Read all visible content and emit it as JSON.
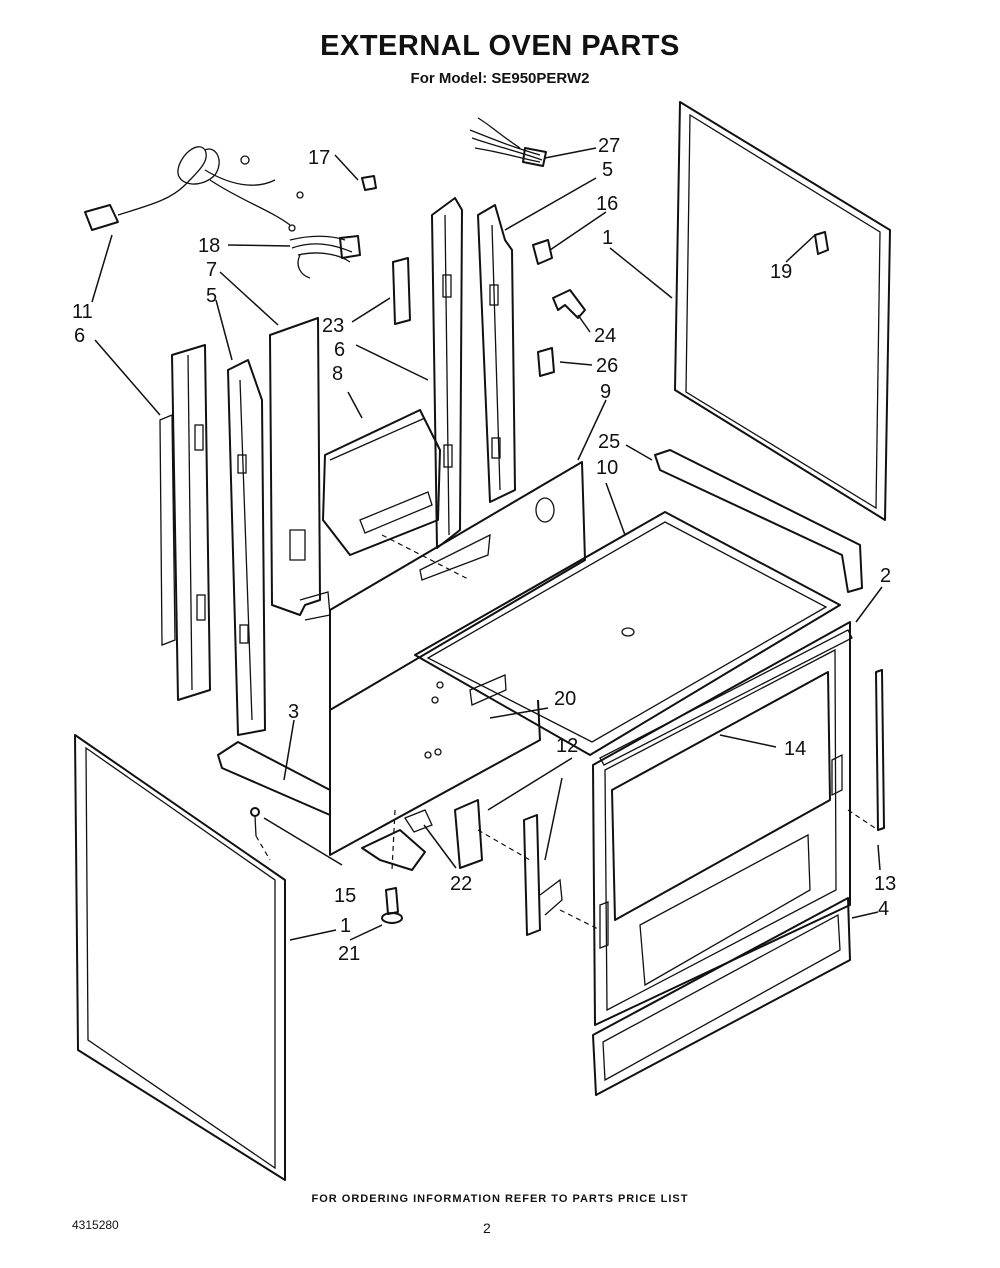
{
  "header": {
    "title": "EXTERNAL OVEN PARTS",
    "model_line": "For Model: SE950PERW2"
  },
  "callouts": {
    "c1_right": "1",
    "c1_left": "1",
    "c2": "2",
    "c3": "3",
    "c4": "4",
    "c5_top": "5",
    "c5_left": "5",
    "c6_left": "6",
    "c6_mid": "6",
    "c7": "7",
    "c8": "8",
    "c9": "9",
    "c10": "10",
    "c11": "11",
    "c12": "12",
    "c13": "13",
    "c14": "14",
    "c15": "15",
    "c16": "16",
    "c17": "17",
    "c18": "18",
    "c19": "19",
    "c20": "20",
    "c21": "21",
    "c22": "22",
    "c23": "23",
    "c24": "24",
    "c25": "25",
    "c26": "26",
    "c27": "27"
  },
  "footer": {
    "ordering_note": "FOR ORDERING INFORMATION REFER TO PARTS PRICE LIST",
    "doc_number": "4315280",
    "page_number": "2"
  }
}
